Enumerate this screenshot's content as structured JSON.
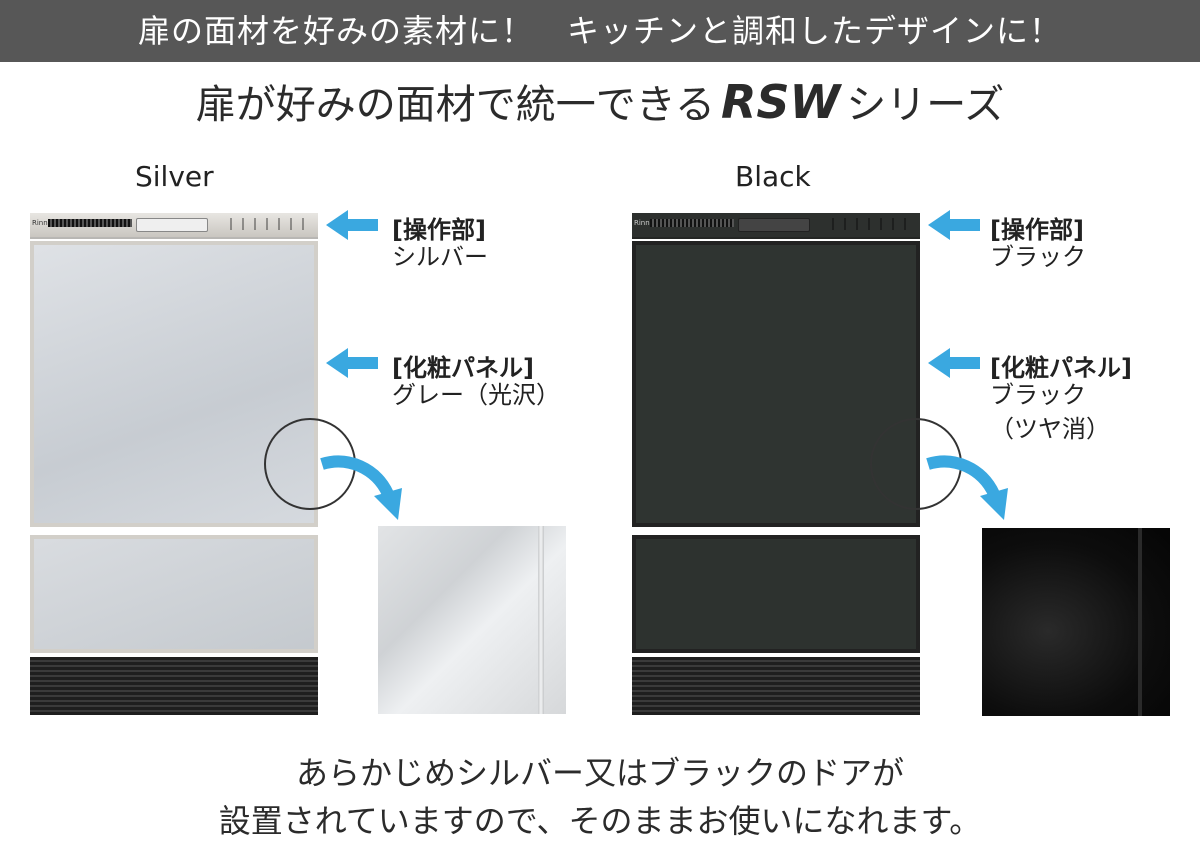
{
  "banner": {
    "text": "扉の面材を好みの素材に！　キッチンと調和したデザインに！"
  },
  "headline": {
    "prefix": "扉が好みの面材で統一できる",
    "brand": "RSW",
    "suffix": "シリーズ"
  },
  "silver": {
    "name": "Silver",
    "brand_mark": "Rinnai",
    "control_title": "[操作部]",
    "control_text": "シルバー",
    "panel_title": "[化粧パネル]",
    "panel_text_1": "グレー（光沢）",
    "panel_text_2": ""
  },
  "black": {
    "name": "Black",
    "brand_mark": "Rinnai",
    "control_title": "[操作部]",
    "control_text": "ブラック",
    "panel_title": "[化粧パネル]",
    "panel_text_1": "ブラック",
    "panel_text_2": "（ツヤ消）"
  },
  "footer": {
    "line1": "あらかじめシルバー又はブラックのドアが",
    "line2": "設置されていますので、そのままお使いになれます。"
  },
  "colors": {
    "banner_bg": "#575757",
    "arrow": "#3aa8e0",
    "silver_panel": "#d0d4d8",
    "black_panel": "#2f3431"
  },
  "icons": {
    "callout_arrow": "left-arrow-icon",
    "zoom_arrow": "curved-arrow-icon"
  }
}
